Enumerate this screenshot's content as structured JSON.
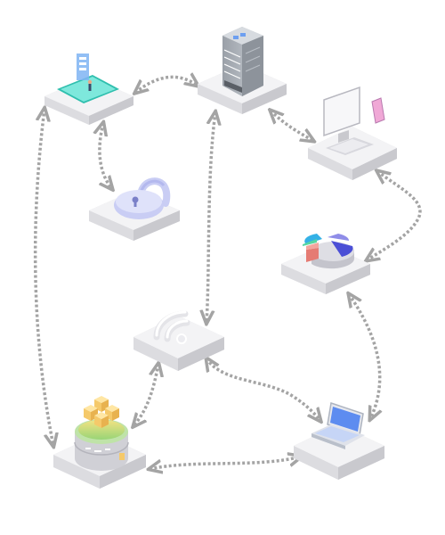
{
  "diagram": {
    "nodes": [
      {
        "id": "mobile-app",
        "icon": "smartphone-app-icon"
      },
      {
        "id": "server",
        "icon": "server-rack-icon"
      },
      {
        "id": "desktop",
        "icon": "desktop-computer-icon"
      },
      {
        "id": "security",
        "icon": "padlock-icon"
      },
      {
        "id": "analytics",
        "icon": "pie-chart-icon"
      },
      {
        "id": "wifi",
        "icon": "wifi-icon"
      },
      {
        "id": "database",
        "icon": "database-icon"
      },
      {
        "id": "laptop",
        "icon": "laptop-icon"
      }
    ],
    "links": [
      [
        "mobile-app",
        "server"
      ],
      [
        "server",
        "desktop"
      ],
      [
        "mobile-app",
        "security"
      ],
      [
        "mobile-app",
        "database"
      ],
      [
        "server",
        "wifi"
      ],
      [
        "desktop",
        "analytics"
      ],
      [
        "analytics",
        "laptop"
      ],
      [
        "wifi",
        "database"
      ],
      [
        "wifi",
        "laptop"
      ],
      [
        "database",
        "laptop"
      ]
    ],
    "colors": {
      "connector": "#a4a4a4",
      "platform_top": "#f3f3f5",
      "platform_side": "#dcdce0",
      "accent_blue": "#5d8cf0",
      "accent_teal": "#52d6c4",
      "accent_lavender": "#c9cdf4",
      "accent_gold": "#f5c96a",
      "accent_red": "#e57b73"
    }
  }
}
